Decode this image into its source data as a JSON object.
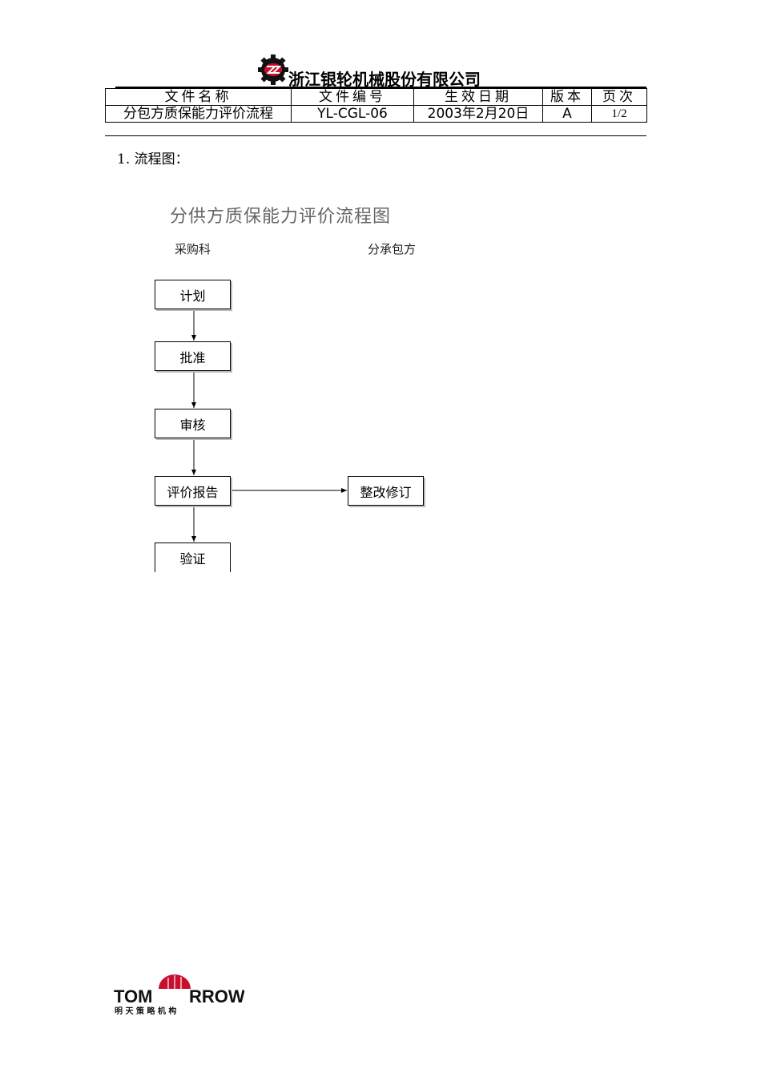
{
  "header": {
    "company_name": "浙江银轮机械股份有限公司",
    "logo_icon": "gear-logo-icon",
    "columns": {
      "doc_name_label": "文件名称",
      "doc_no_label": "文件编号",
      "date_label": "生效日期",
      "version_label": "版本",
      "page_label": "页次"
    },
    "values": {
      "doc_name": "分包方质保能力评价流程",
      "doc_no": "YL-CGL-06",
      "date": "2003年2月20日",
      "version": "A",
      "page": "1/2"
    }
  },
  "section": {
    "heading": "1. 流程图："
  },
  "flowchart": {
    "title": "分供方质保能力评价流程图",
    "lanes": [
      "采购科",
      "分承包方"
    ],
    "steps": [
      "计划",
      "批准",
      "审核",
      "评价报告",
      "验证"
    ],
    "side_step": "整改修订"
  },
  "footer": {
    "logo_text_left": "TOM",
    "logo_text_right": "RROW",
    "logo_subtitle": "明 天 策 略 机 构"
  }
}
